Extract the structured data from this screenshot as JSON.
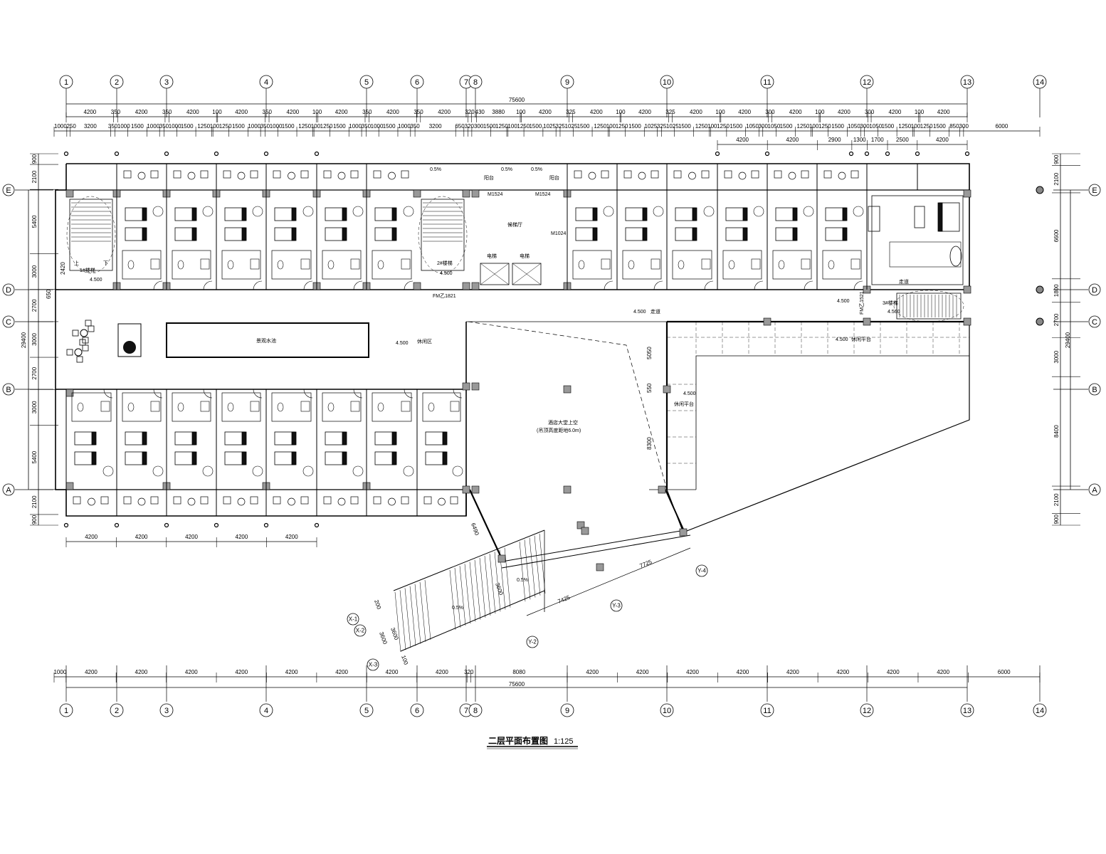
{
  "title": {
    "text": "二层平面布置图",
    "scale": "1:125"
  },
  "axes": {
    "columns": [
      "1",
      "2",
      "3",
      "4",
      "5",
      "6",
      "7",
      "8",
      "9",
      "10",
      "11",
      "12",
      "13",
      "14"
    ],
    "rows": [
      "E",
      "D",
      "C",
      "B",
      "A"
    ]
  },
  "dimensions": {
    "total": "75600",
    "top_row1": [
      "4200",
      "350",
      "4200",
      "350",
      "4200",
      "100",
      "4200",
      "350",
      "4200",
      "100",
      "4200",
      "350",
      "4200",
      "350",
      "4200",
      "320",
      "430",
      "3880",
      "100",
      "4200",
      "325",
      "4200",
      "100",
      "4200",
      "325",
      "4200",
      "100",
      "4200",
      "300",
      "4200",
      "100",
      "4200",
      "300",
      "4200",
      "100",
      "4200"
    ],
    "top_row2": [
      "1000",
      "250",
      "3200",
      "350",
      "1000",
      "1500",
      "1000",
      "350",
      "1000",
      "1500",
      "1250",
      "100",
      "1250",
      "1500",
      "1000",
      "350",
      "1000",
      "1500",
      "1250",
      "100",
      "1250",
      "1500",
      "1000",
      "350",
      "1000",
      "1500",
      "1000",
      "350",
      "3200",
      "650",
      "320",
      "300",
      "1500",
      "1250",
      "100",
      "1250",
      "1500",
      "1025",
      "325",
      "1025",
      "1500",
      "1250",
      "100",
      "1250",
      "1500",
      "1025",
      "325",
      "1025",
      "1500",
      "1250",
      "100",
      "1250",
      "1500",
      "1050",
      "300",
      "1050",
      "1500",
      "1250",
      "100",
      "1250",
      "1500",
      "1050",
      "300",
      "1050",
      "1500",
      "1250",
      "100",
      "1250",
      "1500",
      "850",
      "300",
      "6000"
    ],
    "top_row3": [
      "4200",
      "4200",
      "2900",
      "1300",
      "1700",
      "2500",
      "4200"
    ],
    "bottom": [
      "1000",
      "4200",
      "4200",
      "4200",
      "4200",
      "4200",
      "4200",
      "4200",
      "4200",
      "320",
      "8080",
      "4200",
      "4200",
      "4200",
      "4200",
      "4200",
      "4200",
      "4200",
      "4200",
      "6000"
    ],
    "lower_left": [
      "4200",
      "4200",
      "4200",
      "4200",
      "4200"
    ],
    "left": [
      "900",
      "2100",
      "5400",
      "3000",
      "2700",
      "3000",
      "2700",
      "3000",
      "5400",
      "2100",
      "900"
    ],
    "left_total": "29400",
    "right": [
      "900",
      "2100",
      "6600",
      "1800",
      "2700",
      "3000",
      "8400",
      "2100",
      "900"
    ],
    "right_total": "29400",
    "misc": {
      "d2420": "2420",
      "d650": "650",
      "d5050": "5050",
      "d550": "550",
      "d8300": "8300",
      "d6490": "6490",
      "d7725": "7725",
      "d7425": "7425",
      "d3600a": "3600",
      "d3600b": "3600",
      "d3600c": "3600",
      "d200": "200",
      "d100": "100"
    }
  },
  "aux_axes": [
    "X-1",
    "X-2",
    "X-3",
    "Y-2",
    "Y-3",
    "Y-4"
  ],
  "labels": {
    "elev": "4.500",
    "slope": "0.5%",
    "stair1": "1#楼梯",
    "stair2": "2#楼梯",
    "stair3": "3#楼梯",
    "up": "上",
    "down": "下",
    "door_m1524": "M1524",
    "door_m1024": "M1024",
    "door_fm1821": "FM乙1821",
    "door_fm1521": "FM乙1521",
    "lobby_void": "酒店大堂上空",
    "lobby_void_note": "(吊顶高度距地6.0m)",
    "elevator_hall": "候梯厅",
    "lounge": "休闲区",
    "pool": "景观水池",
    "terrace": "休闲平台",
    "corridor": "走道",
    "elevator": "电梯",
    "balcony": "阳台"
  }
}
